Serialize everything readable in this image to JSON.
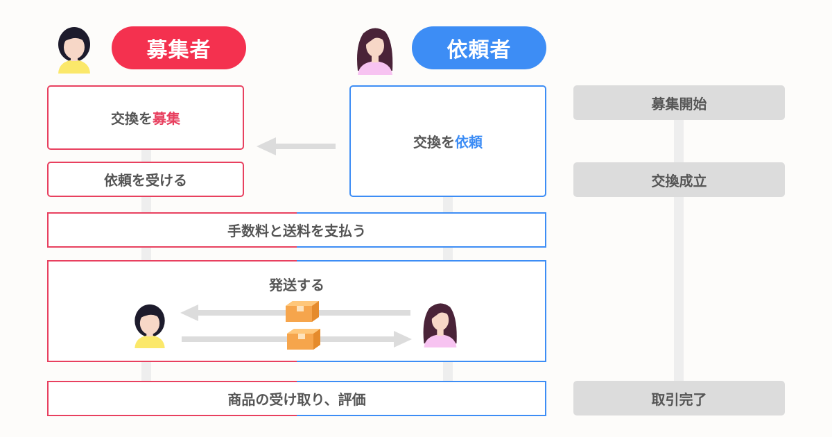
{
  "roles": {
    "recruiter": {
      "label": "募集者",
      "color": "#f4314f"
    },
    "requester": {
      "label": "依頼者",
      "color": "#3d8df5"
    }
  },
  "steps": {
    "recruit_exchange": {
      "prefix": "交換を",
      "accent": "募集"
    },
    "request_exchange": {
      "prefix": "交換を",
      "accent": "依頼"
    },
    "receive_request": "依頼を受ける",
    "pay_fees": "手数料と送料を支払う",
    "ship": "発送する",
    "receive_and_review": "商品の受け取り、評価"
  },
  "status": {
    "start": "募集開始",
    "established": "交換成立",
    "complete": "取引完了"
  },
  "colors": {
    "recruiter_border": "#e8405f",
    "requester_border": "#3d8df5",
    "status_bg": "#dcdcdc",
    "arrow": "#dcdcdc",
    "package": "#f6a54c"
  }
}
